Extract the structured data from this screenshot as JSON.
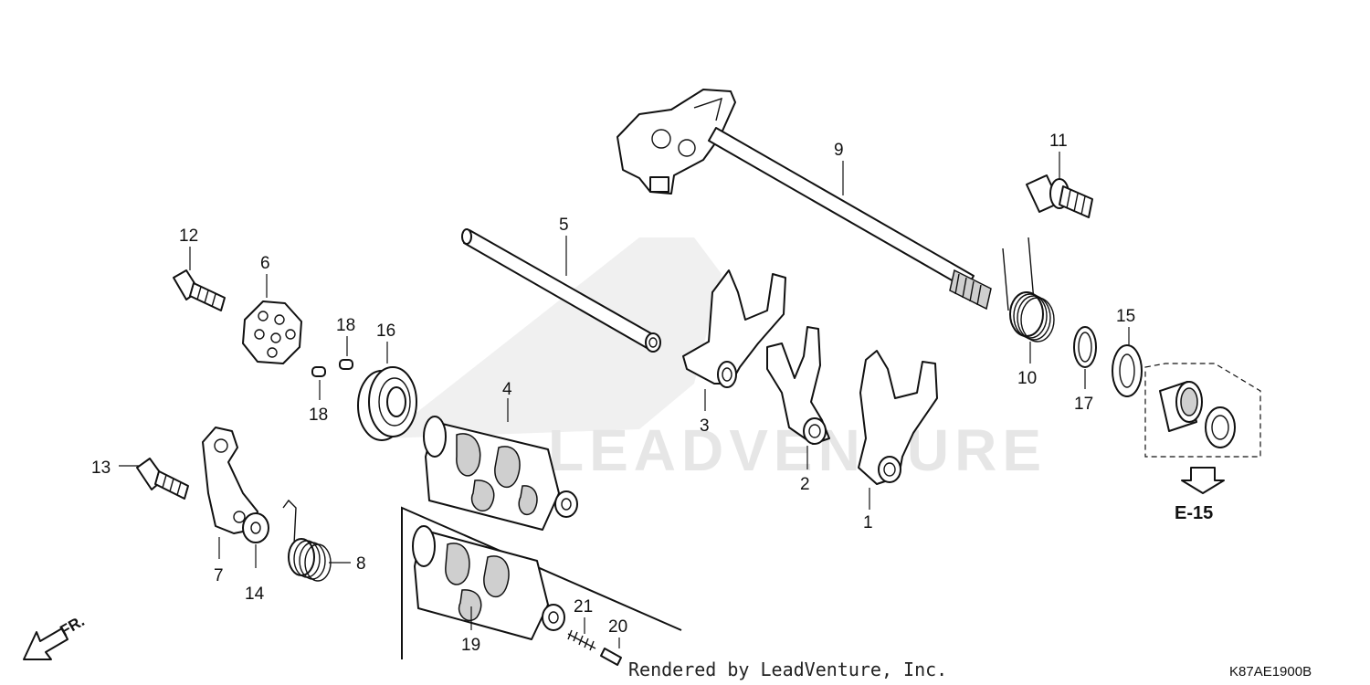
{
  "callouts": {
    "p1": "1",
    "p2": "2",
    "p3": "3",
    "p4": "4",
    "p5": "5",
    "p6": "6",
    "p7": "7",
    "p8": "8",
    "p9": "9",
    "p10": "10",
    "p11": "11",
    "p12": "12",
    "p13": "13",
    "p14": "14",
    "p15": "15",
    "p16": "16",
    "p17": "17",
    "p18a": "18",
    "p18b": "18",
    "p19": "19",
    "p20": "20",
    "p21": "21"
  },
  "reference": "E-15",
  "direction_label": "FR.",
  "diagram_code": "K87AE1900B",
  "credit": "Rendered by LeadVenture, Inc.",
  "watermark": "LEADVENTURE"
}
